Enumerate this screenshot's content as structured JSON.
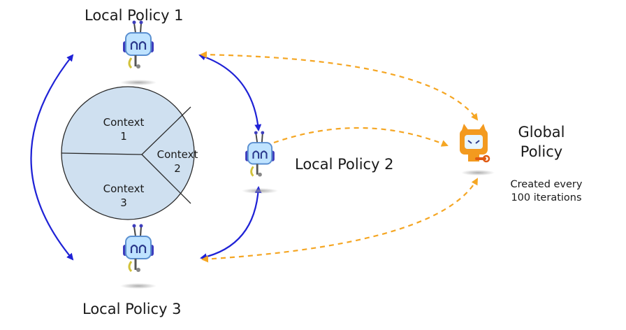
{
  "labels": {
    "local_policy_1": "Local Policy 1",
    "local_policy_2": "Local Policy 2",
    "local_policy_3": "Local Policy 3",
    "global_policy_line1": "Global",
    "global_policy_line2": "Policy",
    "created_line1": "Created every",
    "created_line2": "100 iterations"
  },
  "contexts": [
    {
      "line1": "Context",
      "line2": "1"
    },
    {
      "line1": "Context",
      "line2": "2"
    },
    {
      "line1": "Context",
      "line2": "3"
    }
  ],
  "colors": {
    "local_sync_arrow": "#1f22d6",
    "global_sync_arrow": "#f5a623",
    "context_fill": "#cfe0f0",
    "local_robot": "#bfe3ff",
    "global_robot": "#f39a1f"
  },
  "icons": {
    "local_policy": "robot-icon",
    "global_policy": "cat-robot-icon"
  }
}
